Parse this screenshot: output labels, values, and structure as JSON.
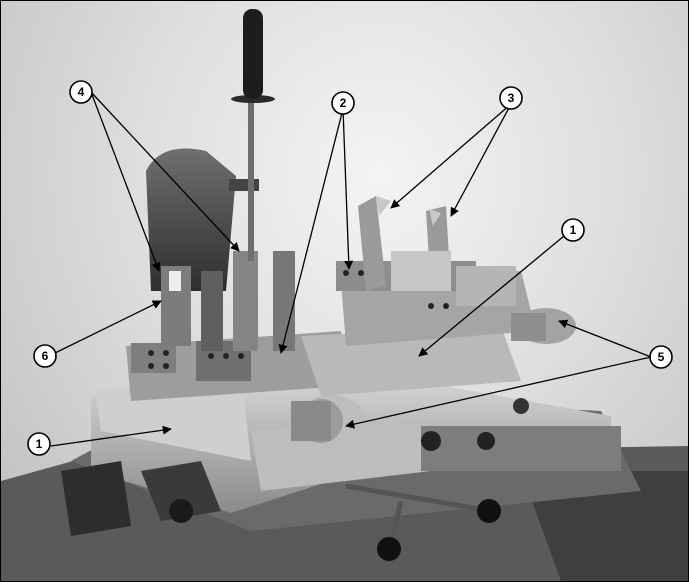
{
  "callouts": [
    {
      "id": "1a",
      "label": "1"
    },
    {
      "id": "1b",
      "label": "1"
    },
    {
      "id": "2",
      "label": "2"
    },
    {
      "id": "3",
      "label": "3"
    },
    {
      "id": "4",
      "label": "4"
    },
    {
      "id": "5",
      "label": "5"
    },
    {
      "id": "6",
      "label": "6"
    }
  ]
}
